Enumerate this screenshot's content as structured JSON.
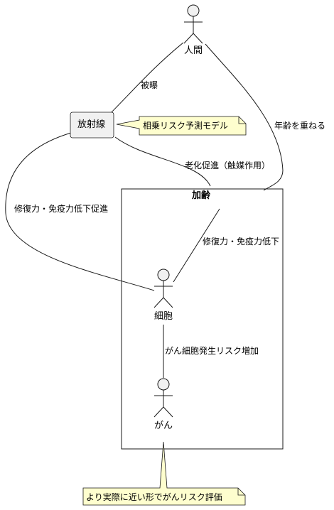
{
  "actors": {
    "human": "人間",
    "cell": "細胞",
    "cancer": "がん"
  },
  "components": {
    "radiation": "放射線"
  },
  "package": {
    "title": "加齢"
  },
  "edges": {
    "exposure": "被曝",
    "aging_process": "年齢を重ねる",
    "aging_acceleration": "老化促進（触媒作用）",
    "repair_decline_promotion": "修復力・免疫力低下促進",
    "repair_decline": "修復力・免疫力低下",
    "cancer_risk_increase": "がん細胞発生リスク増加"
  },
  "notes": {
    "multiplicative_model": "相乗リスク予測モデル",
    "realistic_assessment": "より実際に近い形でがんリスク評価"
  },
  "colors": {
    "note_fill": "#fefece",
    "box_fill": "#f1f1f1",
    "actor_fill": "#f1f1f1",
    "line": "#181818"
  }
}
